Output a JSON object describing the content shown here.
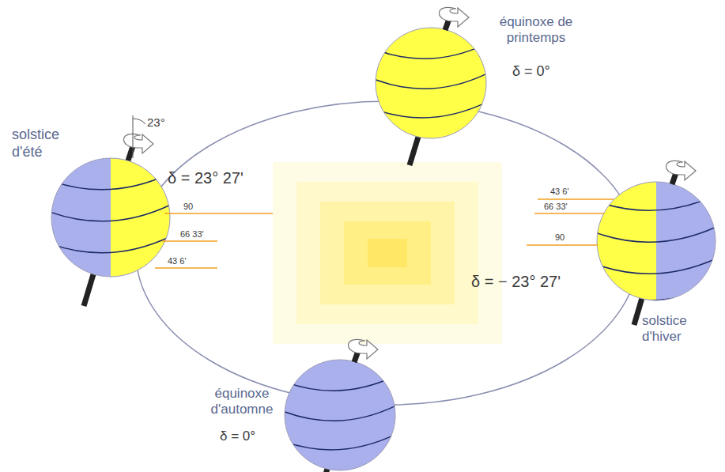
{
  "diagram": {
    "labels": [
      "solstice d'été",
      "23°",
      "δ = 23° 27'",
      "90",
      "66 33'",
      "43 6'",
      "équinoxe de printemps",
      "δ = 0°",
      "43 6'",
      "66 33'",
      "90",
      "δ = − 23° 27'",
      "solstice d'hiver",
      "équinoxe d'automne",
      "δ = 0°"
    ]
  }
}
